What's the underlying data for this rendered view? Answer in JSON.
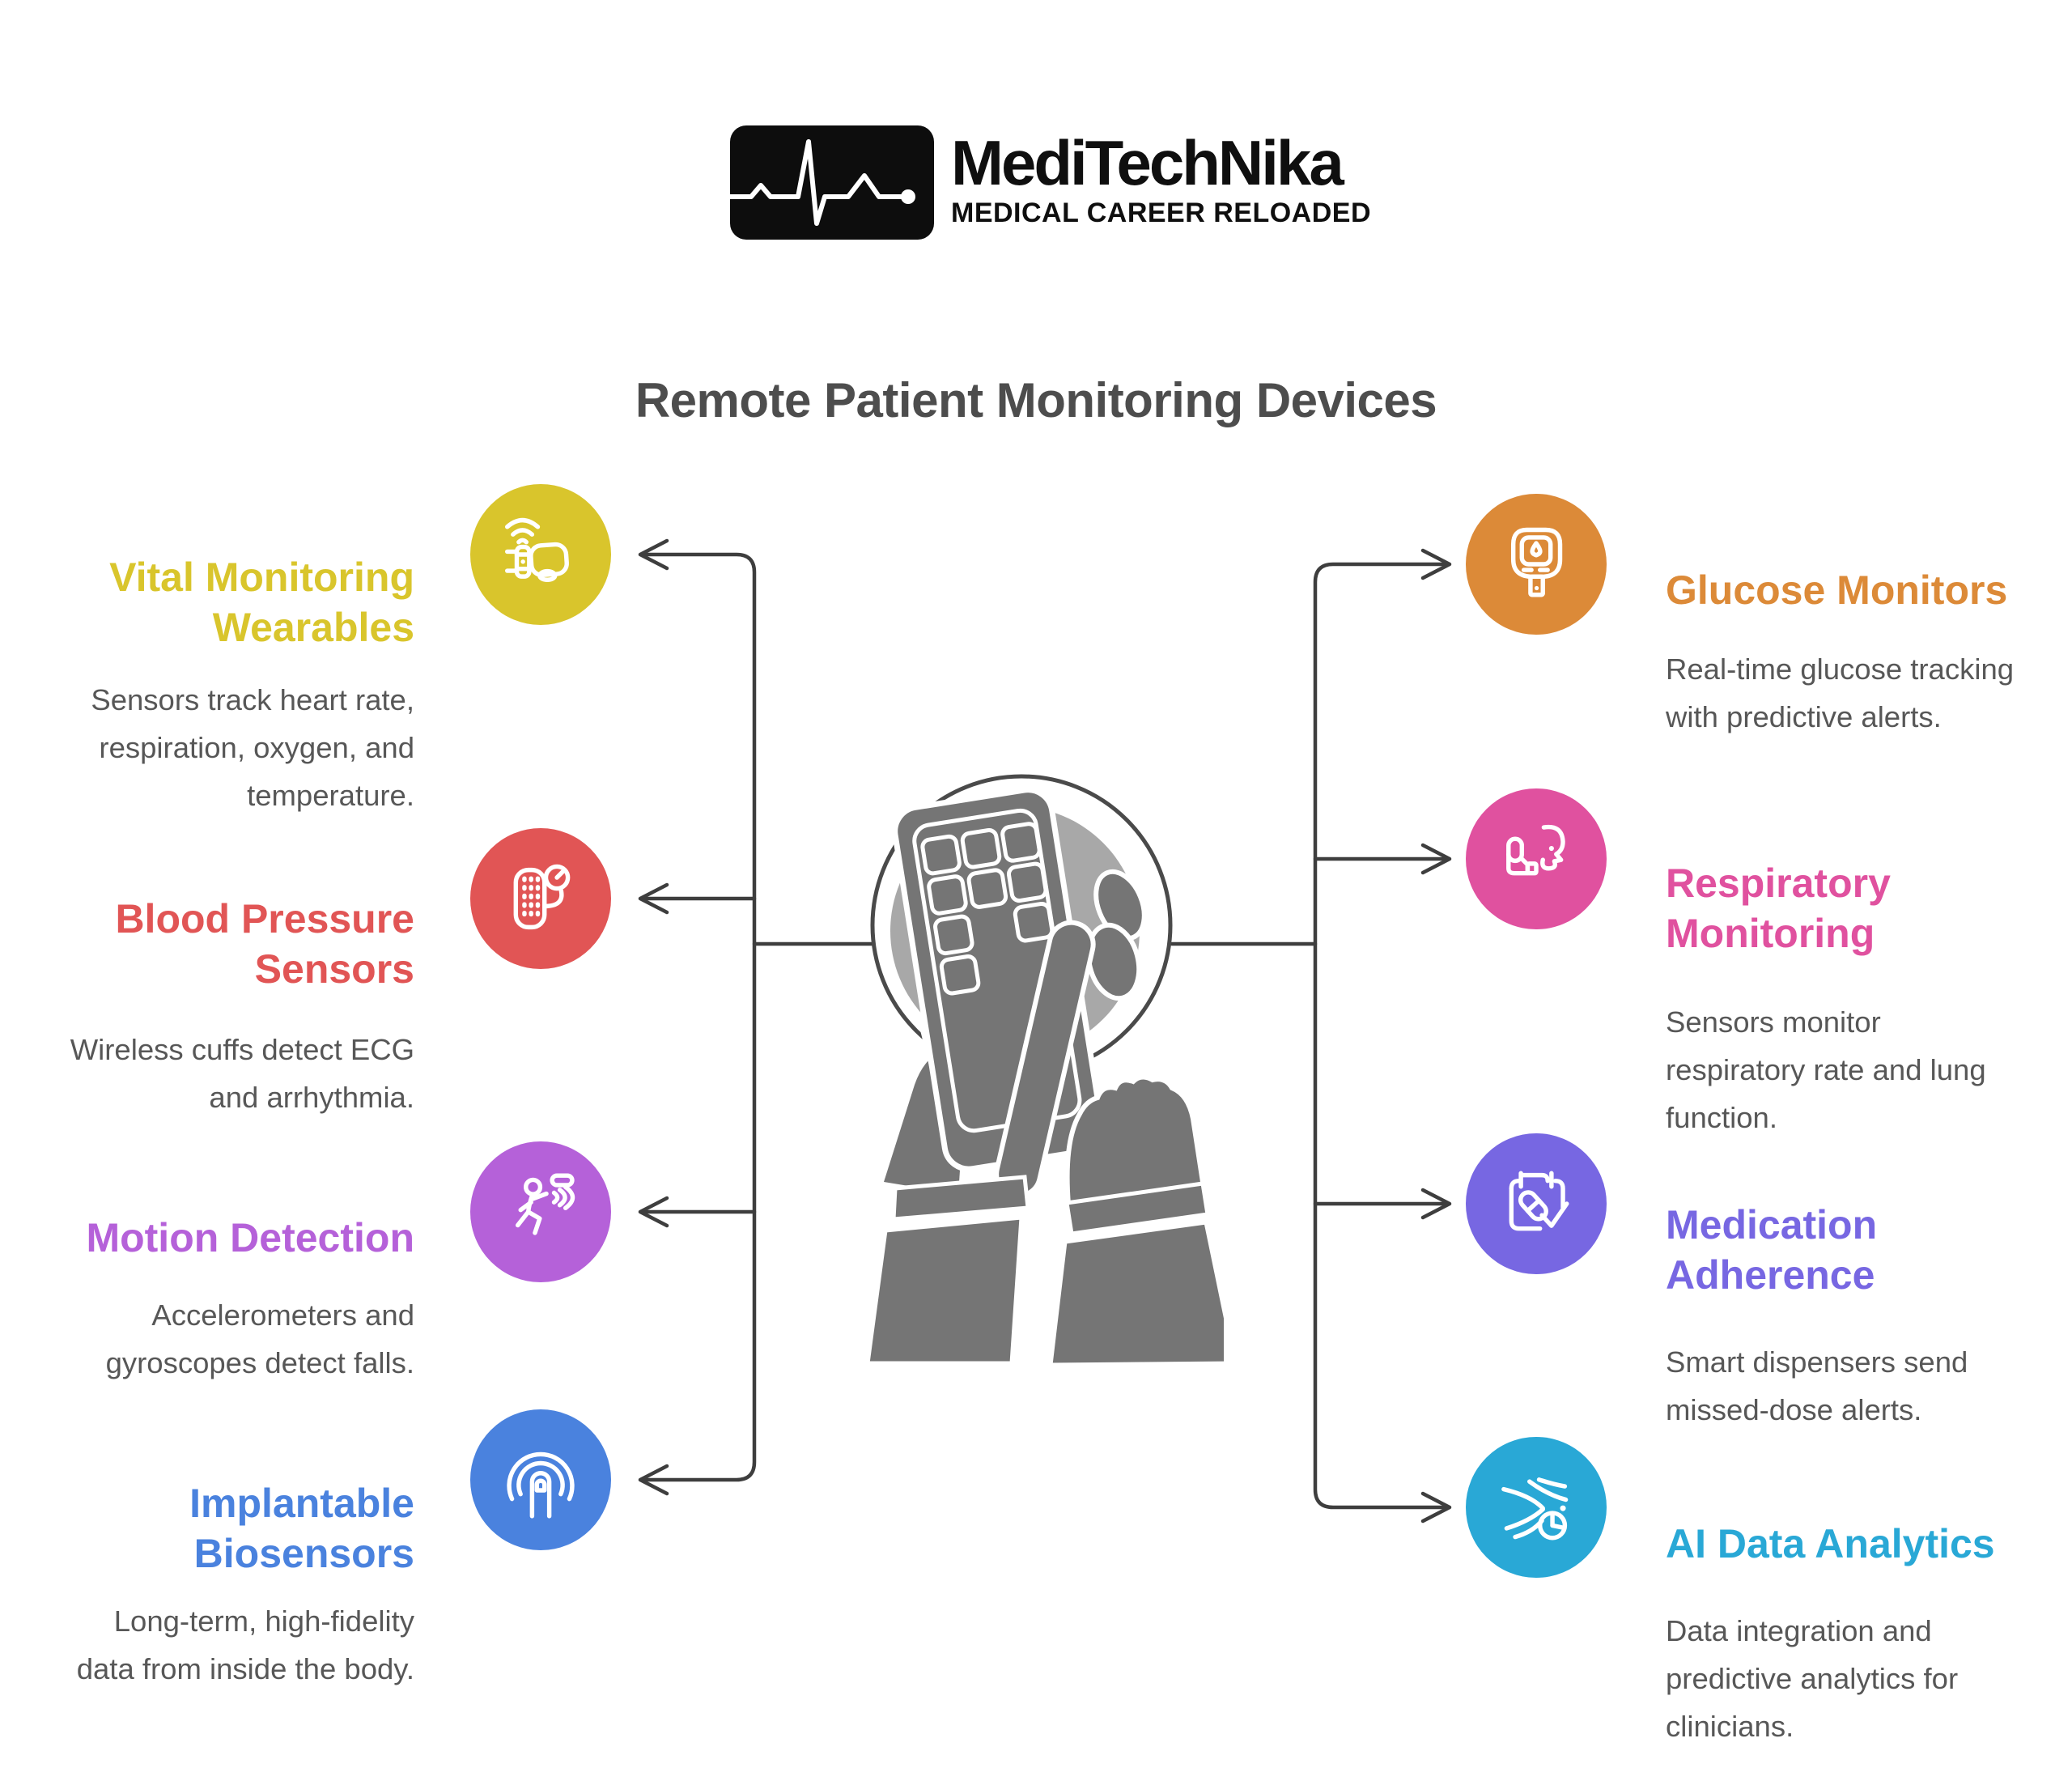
{
  "logo": {
    "brand": "MediTechNika",
    "tagline": "MEDICAL CAREER RELOADED"
  },
  "title": "Remote Patient Monitoring Devices",
  "palette": {
    "heading": "#4d4d4d",
    "body_text": "#575757",
    "connector": "#3e3e3e",
    "center_gray": "#757575",
    "center_disc": "#a8a8a8"
  },
  "left_items": [
    {
      "title": "Vital Monitoring Wearables",
      "description": "Sensors track heart rate, respiration, oxygen, and temperature.",
      "color": "#d9c52c",
      "icon": "smartwatch-wearable-icon"
    },
    {
      "title": "Blood Pressure Sensors",
      "description": "Wireless cuffs detect ECG and arrhythmia.",
      "color": "#e15555",
      "icon": "blood-pressure-cuff-icon"
    },
    {
      "title": "Motion Detection",
      "description": "Accelerometers and gyroscopes detect falls.",
      "color": "#b561d9",
      "icon": "motion-sensor-icon"
    },
    {
      "title": "Implantable Biosensors",
      "description": "Long-term, high-fidelity data from inside the body.",
      "color": "#4a82de",
      "icon": "implantable-biosensor-icon"
    }
  ],
  "right_items": [
    {
      "title": "Glucose Monitors",
      "description": "Real-time glucose tracking with predictive alerts.",
      "color": "#dc8a38",
      "icon": "glucose-meter-icon"
    },
    {
      "title": "Respiratory Monitoring",
      "description": "Sensors monitor respiratory rate and lung function.",
      "color": "#e0519f",
      "icon": "inhaler-face-icon"
    },
    {
      "title": "Medication Adherence",
      "description": "Smart dispensers send missed-dose alerts.",
      "color": "#7767e2",
      "icon": "pill-schedule-icon"
    },
    {
      "title": "AI Data Analytics",
      "description": "Data integration and predictive analytics for clinicians.",
      "color": "#29a8d6",
      "icon": "data-analytics-icon"
    }
  ]
}
